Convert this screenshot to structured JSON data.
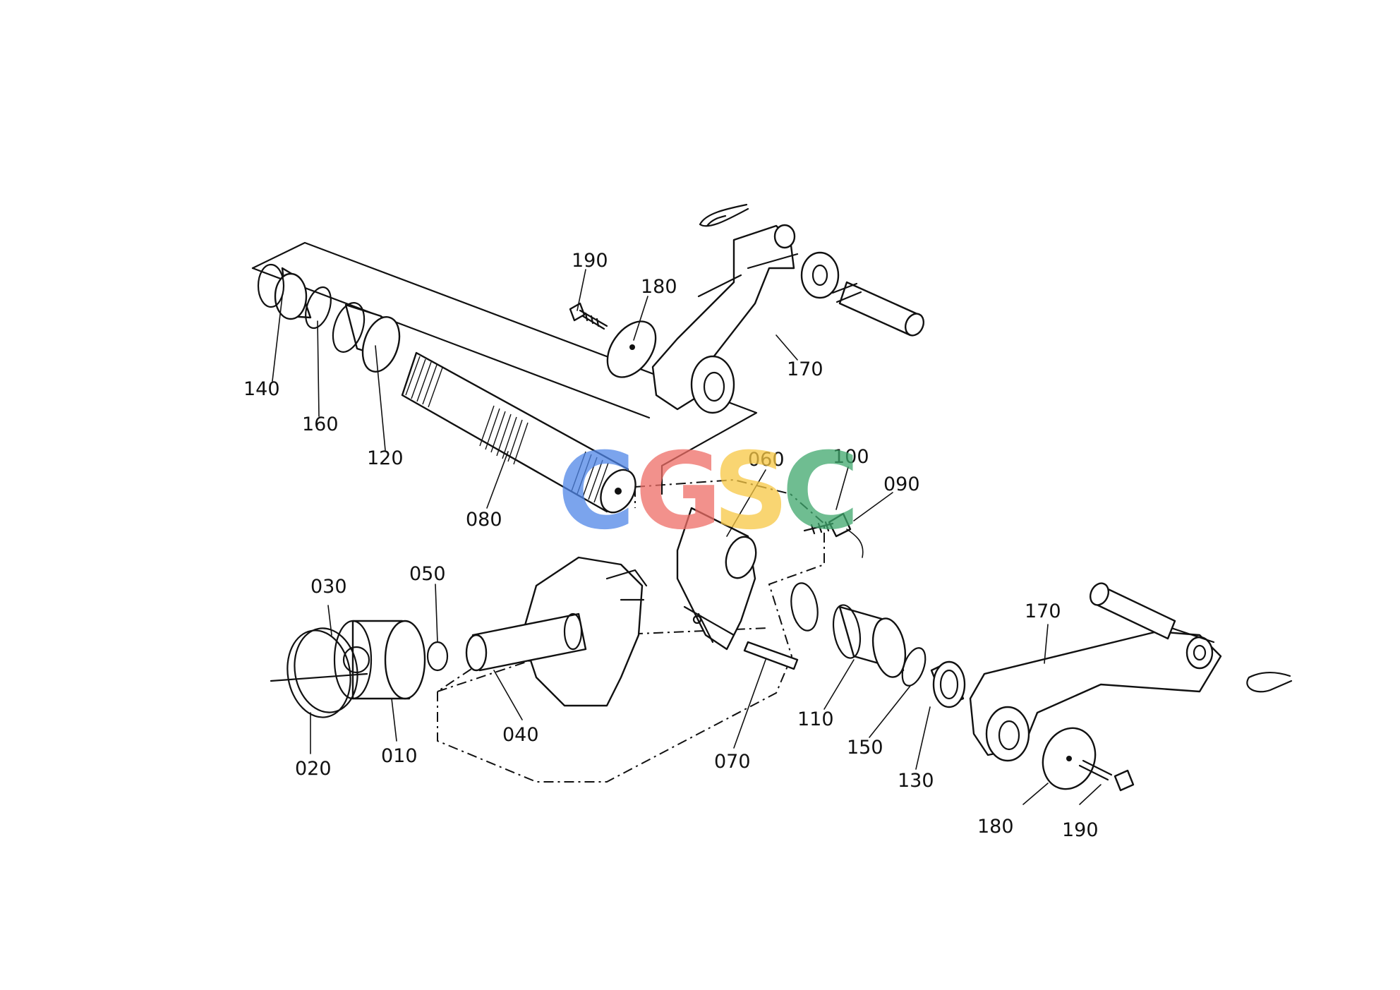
{
  "labels": {
    "p010": "010",
    "p020": "020",
    "p030": "030",
    "p040": "040",
    "p050": "050",
    "p060": "060",
    "p070": "070",
    "p080": "080",
    "p090": "090",
    "p100": "100",
    "p110": "110",
    "p120": "120",
    "p130": "130",
    "p140": "140",
    "p150": "150",
    "p160": "160",
    "p170_top": "170",
    "p170_right": "170",
    "p180_top": "180",
    "p180_bottom": "180",
    "p190_top": "190",
    "p190_bottom": "190"
  },
  "watermark": {
    "letters": [
      "C",
      "G",
      "S",
      "C"
    ],
    "colors": [
      "#4f86e8",
      "#ee6d66",
      "#f7c744",
      "#3fa86d"
    ]
  }
}
